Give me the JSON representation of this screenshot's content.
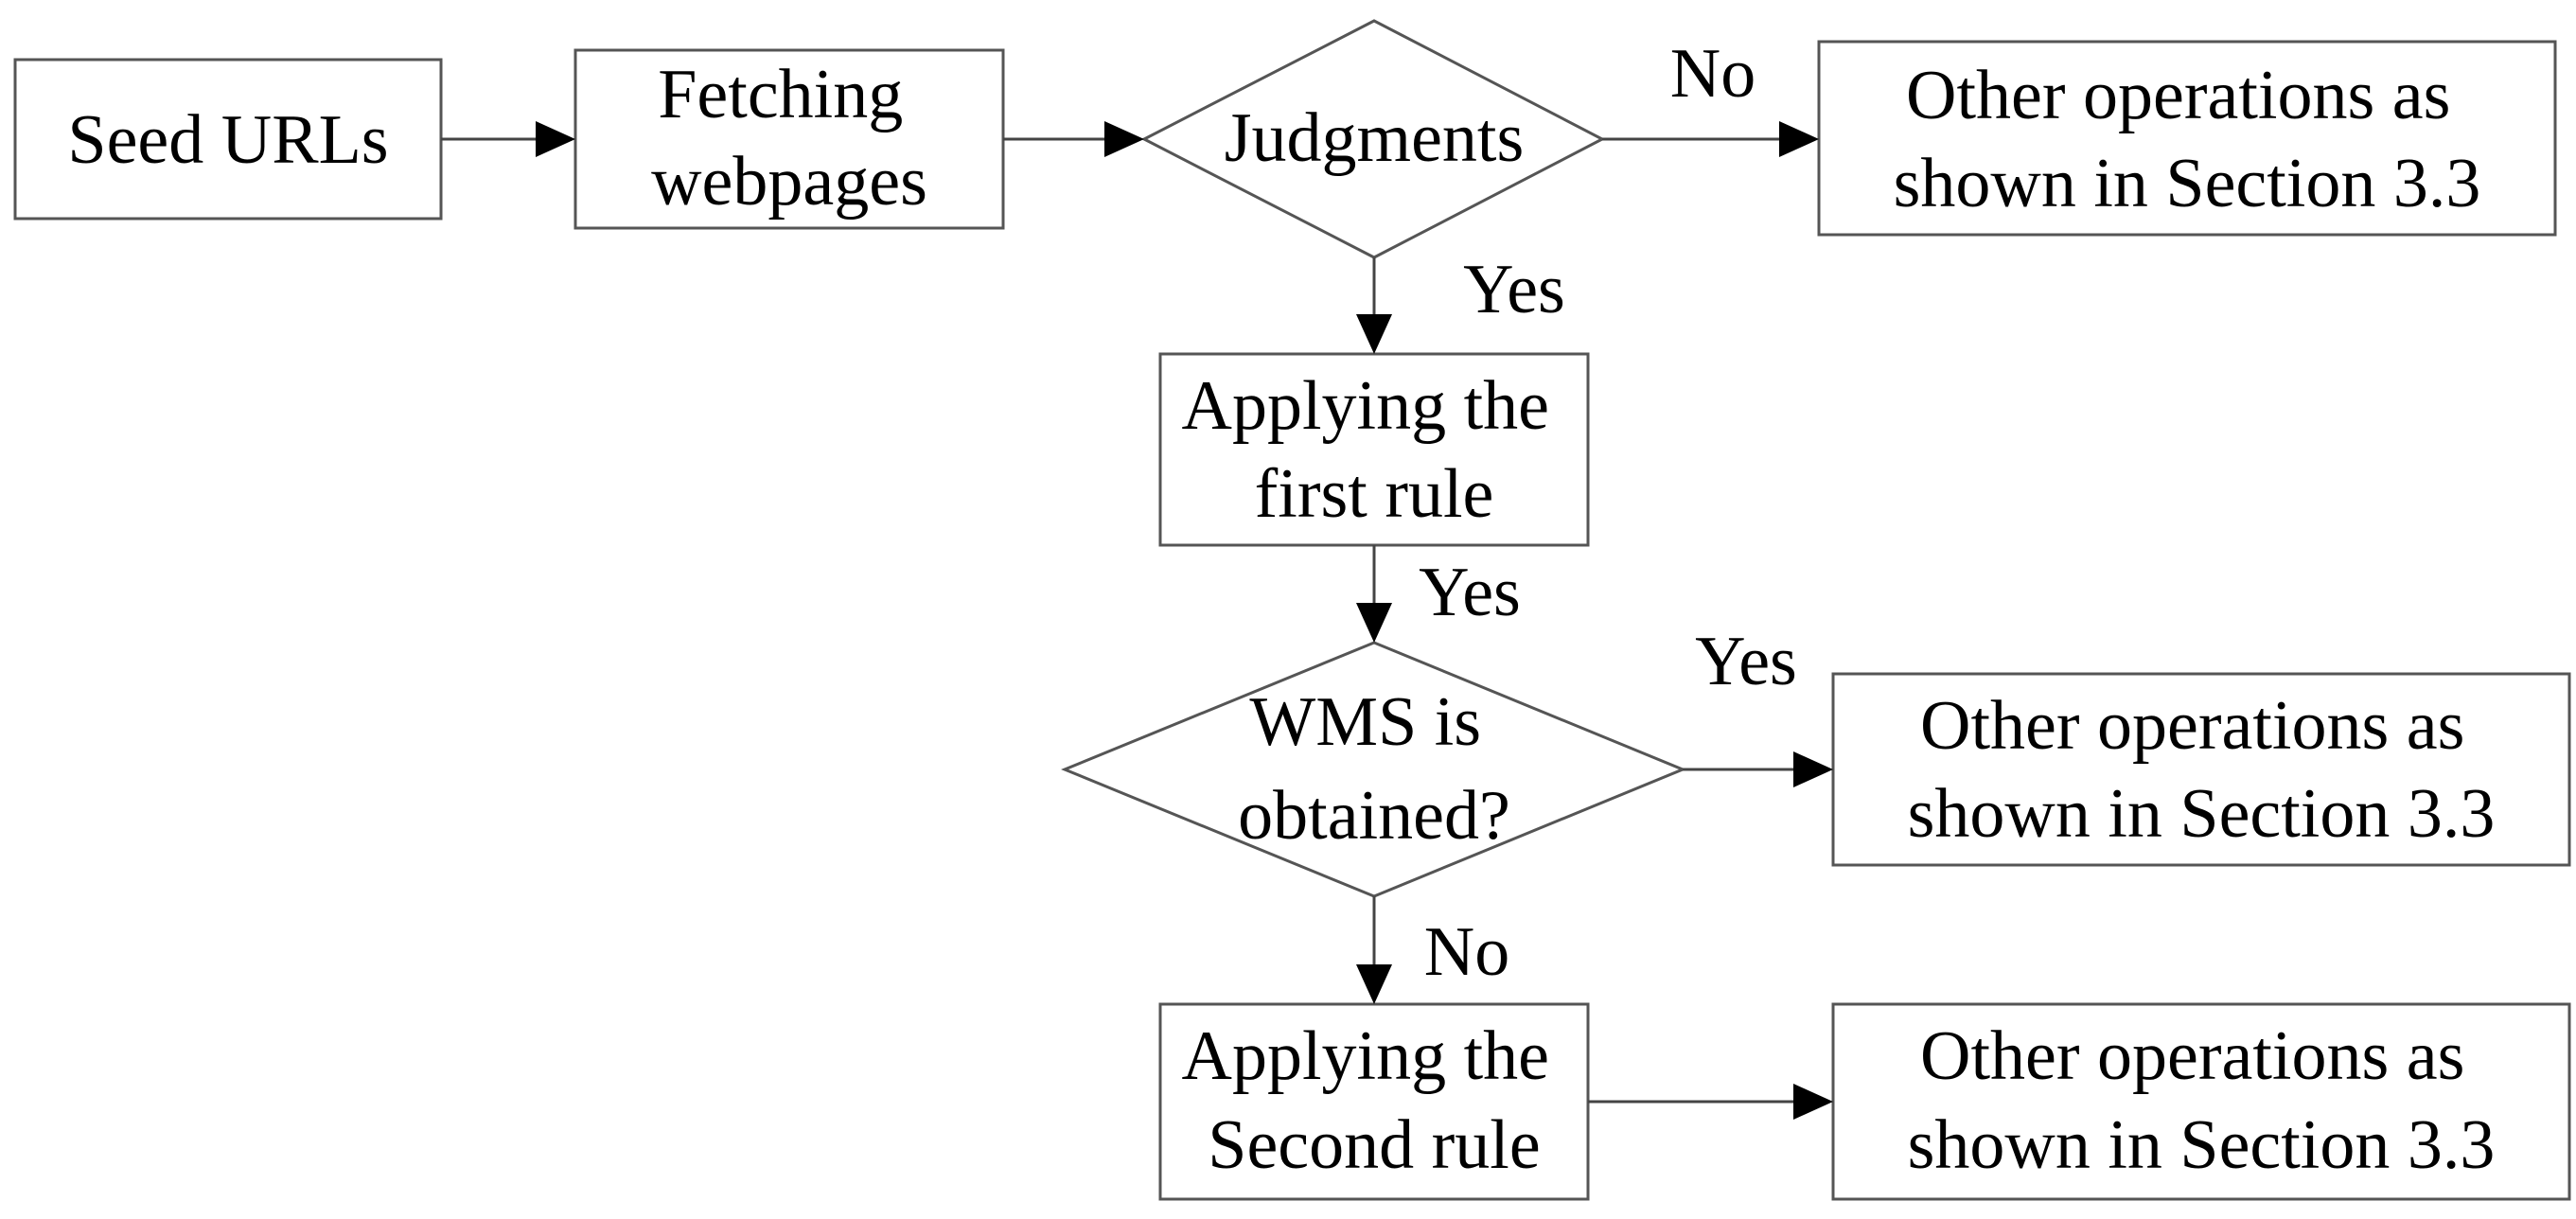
{
  "nodes": {
    "seed_urls": {
      "lines": [
        "Seed URLs"
      ]
    },
    "fetching_webpages": {
      "lines": [
        "Fetching",
        "webpages"
      ]
    },
    "judgments": {
      "lines": [
        "Judgments"
      ]
    },
    "other_ops_1": {
      "lines": [
        "Other operations as",
        "shown in Section 3.3"
      ]
    },
    "applying_first_rule": {
      "lines": [
        "Applying the",
        "first rule"
      ]
    },
    "wms_obtained": {
      "lines": [
        "WMS is",
        "obtained?"
      ]
    },
    "other_ops_2": {
      "lines": [
        "Other operations as",
        "shown in Section 3.3"
      ]
    },
    "applying_second_rule": {
      "lines": [
        "Applying the",
        "Second rule"
      ]
    },
    "other_ops_3": {
      "lines": [
        "Other operations as",
        "shown in Section 3.3"
      ]
    }
  },
  "edge_labels": {
    "judgments_no": "No",
    "judgments_yes": "Yes",
    "first_rule_yes": "Yes",
    "wms_yes": "Yes",
    "wms_no": "No"
  }
}
